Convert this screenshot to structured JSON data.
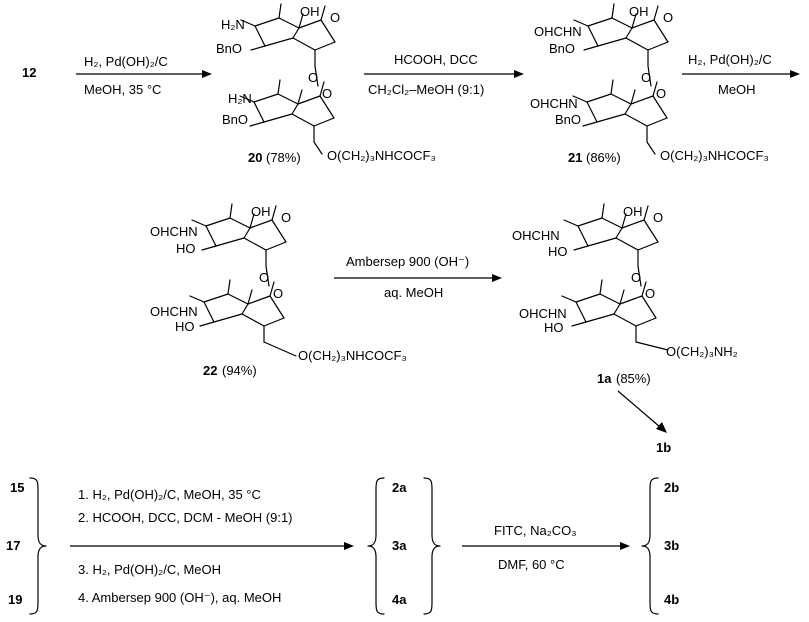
{
  "compounds": {
    "c12": "12",
    "c20": "20",
    "c20_yield": "(78%)",
    "c21": "21",
    "c21_yield": "(86%)",
    "c22": "22",
    "c22_yield": "(94%)",
    "c1a": "1a",
    "c1a_yield": "(85%)",
    "c1b": "1b",
    "c15": "15",
    "c17": "17",
    "c19": "19",
    "c2a": "2a",
    "c3a": "3a",
    "c4a": "4a",
    "c2b": "2b",
    "c3b": "3b",
    "c4b": "4b"
  },
  "labels": {
    "OH": "OH",
    "O": "O",
    "HO": "HO",
    "H2N": "H₂N",
    "BnO": "BnO",
    "OHCHN": "OHCHN",
    "chain_tfa": "O(CH₂)₃NHCOCF₃",
    "chain_amine": "O(CH₂)₃NH₂"
  },
  "reagents": {
    "step1_top": "H₂, Pd(OH)₂/C",
    "step1_bottom": "MeOH, 35 °C",
    "step2_top": "HCOOH, DCC",
    "step2_bottom": "CH₂Cl₂–MeOH (9:1)",
    "step3_top": "H₂, Pd(OH)₂/C",
    "step3_bottom": "MeOH",
    "step4_top": "Ambersep 900 (OH⁻)",
    "step4_bottom": "aq. MeOH",
    "seq1": "1. H₂, Pd(OH)₂/C, MeOH, 35 °C",
    "seq2": "2. HCOOH, DCC, DCM - MeOH (9:1)",
    "seq3": "3. H₂, Pd(OH)₂/C, MeOH",
    "seq4": "4. Ambersep 900 (OH⁻), aq. MeOH",
    "fitc_top": "FITC, Na₂CO₃",
    "fitc_bottom": "DMF, 60 °C"
  }
}
